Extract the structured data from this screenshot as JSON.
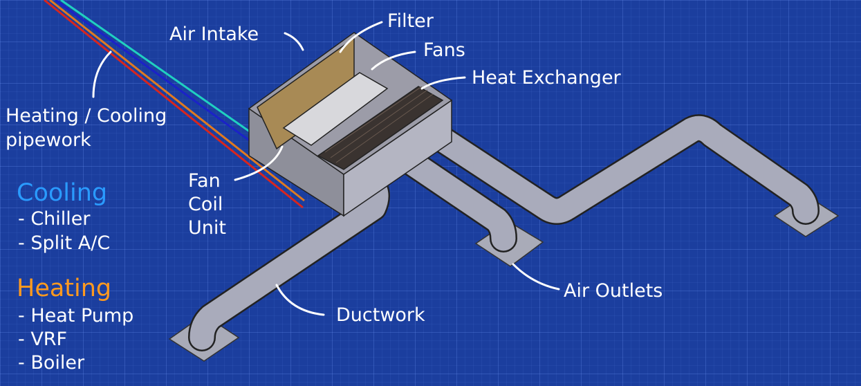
{
  "labels": {
    "air_intake": "Air Intake",
    "filter": "Filter",
    "fans": "Fans",
    "heat_exchanger": "Heat Exchanger",
    "pipework_1": "Heating / Cooling",
    "pipework_2": "pipework",
    "fcu_1": "Fan",
    "fcu_2": "Coil",
    "fcu_3": "Unit",
    "air_outlets": "Air Outlets",
    "ductwork": "Ductwork"
  },
  "cooling": {
    "title": "Cooling",
    "color": "#2a9bff",
    "items": [
      "- Chiller",
      "- Split A/C"
    ]
  },
  "heating": {
    "title": "Heating",
    "color": "#ff9a1f",
    "items": [
      "- Heat Pump",
      "- VRF",
      "- Boiler"
    ]
  }
}
